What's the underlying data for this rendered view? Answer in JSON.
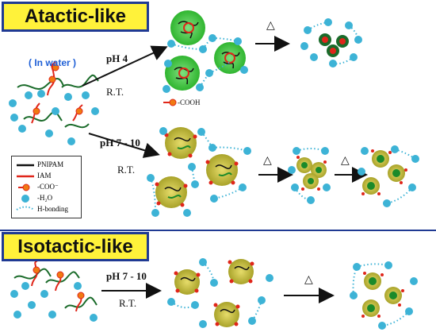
{
  "headers": {
    "top": "Atactic-like",
    "bottom": "Isotactic-like"
  },
  "labels": {
    "in_water": "( In water )",
    "ph4": "pH 4",
    "rt1": "R.T.",
    "cooh": "-COOH",
    "ph710_a": "pH 7 - 10",
    "rt2": "R.T.",
    "ph710_b": "pH 7 - 10",
    "rt3": "R.T.",
    "heat1": "△",
    "heat2": "△",
    "heat3": "△",
    "heat4": "△"
  },
  "legend": [
    {
      "symbol": "line-black",
      "label": "PNIPAM"
    },
    {
      "symbol": "line-red",
      "label": "IAM"
    },
    {
      "symbol": "coo-minus",
      "label": "-COO⁻"
    },
    {
      "symbol": "water-drop",
      "label": "-H₂O"
    },
    {
      "symbol": "hbond-dots",
      "label": "H-bonding"
    }
  ],
  "colors": {
    "water": "#3db3d6",
    "polymer": "#111111",
    "iam": "#e0261a",
    "coo": "#f07a12",
    "halo_green": "#2fb52f",
    "halo_olive": "#b8b43a",
    "banner_bg": "#fff23a",
    "banner_border": "#1f3a93",
    "divider": "#1f3a93"
  }
}
